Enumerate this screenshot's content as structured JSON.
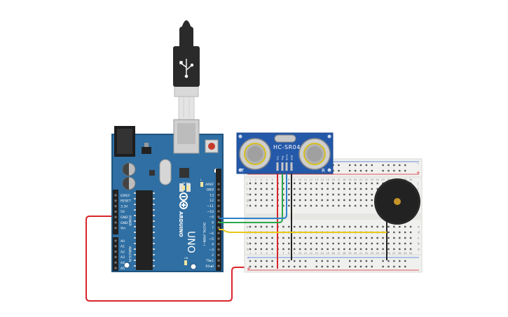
{
  "arduino": {
    "brand": "ARDUINO",
    "model": "UNO",
    "power_header": "POWER",
    "analog_header": "ANALOG IN",
    "digital_header": "DIGITAL (PWM~)",
    "power_pins": [
      "IOREF",
      "RESET",
      "3.3V",
      "5V",
      "GND",
      "GND",
      "Vin"
    ],
    "analog_pins": [
      "A0",
      "A1",
      "A2",
      "A3",
      "A4",
      "A5"
    ],
    "digital_pins": [
      "AREF",
      "GND",
      "13",
      "12",
      "~11",
      "~10",
      "~9",
      "8",
      "7",
      "~6",
      "~5",
      "4",
      "~3",
      "2",
      "TX▸1",
      "RX◂0"
    ],
    "led_labels": [
      "TX",
      "RX",
      "L",
      "ON"
    ]
  },
  "sensor": {
    "model": "HC-SR04",
    "pins": [
      "Vcc",
      "Trig",
      "Echo",
      "Gnd"
    ],
    "left_mark": "T",
    "right_mark": "R"
  },
  "breadboard": {
    "columns": [
      "1",
      "2",
      "3",
      "4",
      "5",
      "6",
      "7",
      "8",
      "9",
      "10",
      "11",
      "12",
      "13",
      "14",
      "15",
      "16",
      "17",
      "18",
      "19",
      "20",
      "21",
      "22",
      "23",
      "24",
      "25",
      "26",
      "27",
      "28",
      "29",
      "30"
    ],
    "rows_top": [
      "j",
      "i",
      "h",
      "g",
      "f"
    ],
    "rows_bottom": [
      "e",
      "d",
      "c",
      "b",
      "a"
    ],
    "rail_minus": "-",
    "rail_plus": "+"
  },
  "colors": {
    "board": "#2f6fa3",
    "board_edge": "#1f5480",
    "wire_red": "#d9262c",
    "wire_green": "#2aa84a",
    "wire_blue": "#2c82c9",
    "wire_yellow": "#e8c818",
    "wire_black": "#222222",
    "sensor_pcb": "#2458a8",
    "buzzer": "#222222"
  }
}
